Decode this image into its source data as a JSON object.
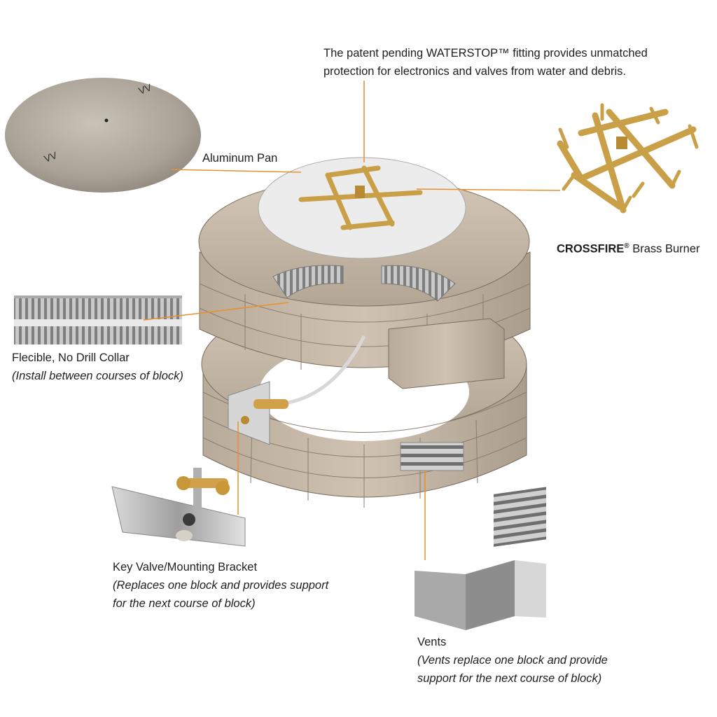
{
  "colors": {
    "leader": "#e8902e",
    "stone": "#c9bba8",
    "stone_dark": "#a8998a",
    "brass": "#d4a94a",
    "metal": "#b8b8b8"
  },
  "callouts": {
    "waterstop": {
      "line1": "The patent pending WATERSTOP™ fitting provides unmatched",
      "line2": "protection for electronics and valves from water and debris."
    },
    "pan": {
      "label": "Aluminum Pan"
    },
    "burner": {
      "brand": "CROSSFIRE",
      "mark": "®",
      "label": " Brass Burner"
    },
    "collar": {
      "label": "Flecible, No Drill Collar",
      "note": "(Install between courses of block)"
    },
    "valve": {
      "label": "Key Valve/Mounting Bracket",
      "note1": "(Replaces one block and provides support",
      "note2": "for the next course of block)"
    },
    "vents": {
      "label": "Vents",
      "note1": "(Vents replace one block and provide",
      "note2": "support for the next course of block)"
    }
  },
  "icons": [
    "aluminum-pan-image",
    "crossfire-burner-image",
    "collar-image",
    "key-valve-image",
    "vent-image",
    "fire-pit-ring-image"
  ]
}
